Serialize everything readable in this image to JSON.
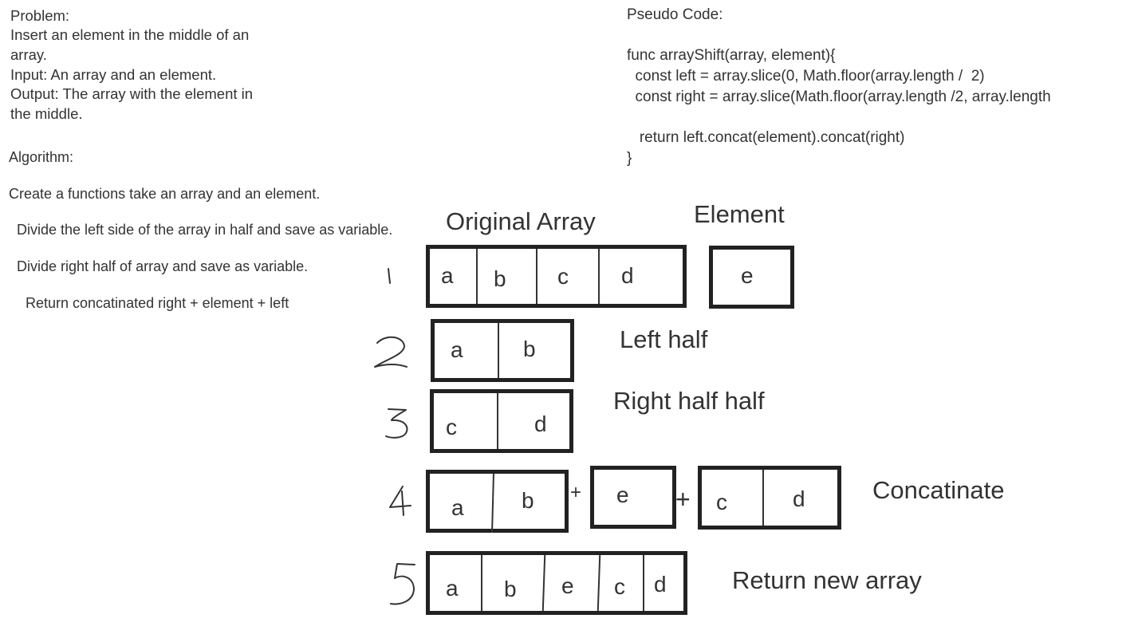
{
  "problem": {
    "heading": "Problem:",
    "line1": "Insert an element in the middle of an",
    "line2": "array.",
    "line3": "Input: An array and an element.",
    "line4": "Output: The array with the element in",
    "line5": "the middle."
  },
  "algorithm": {
    "heading": "Algorithm:",
    "step1": "Create a functions take an array and an element.",
    "step2": "Divide the left side of the array in half and save as variable.",
    "step3": "Divide right half of array and save as variable.",
    "step4": "Return concatinated right + element + left"
  },
  "pseudo": {
    "heading": "Pseudo Code:",
    "line1": "func arrayShift(array, element){",
    "line2": "  const left = array.slice(0, Math.floor(array.length /  2)",
    "line3": "  const right = array.slice(Math.floor(array.length /2, array.length",
    "line4": "   return left.concat(element).concat(right)",
    "line5": "}"
  },
  "diagram": {
    "original_label": "Original Array",
    "element_label": "Element",
    "left_half_label": "Left half",
    "right_half_label": "Right half half",
    "concat_label": "Concatinate",
    "return_label": "Return new array",
    "plus": "+",
    "step_numbers": [
      "1",
      "2",
      "3",
      "4",
      "5"
    ],
    "row1_cells": [
      "a",
      "b",
      "c",
      "d"
    ],
    "row1_element": "e",
    "row2_cells": [
      "a",
      "b"
    ],
    "row3_cells": [
      "c",
      "d"
    ],
    "row4_left": [
      "a",
      "b"
    ],
    "row4_element": "e",
    "row4_right": [
      "c",
      "d"
    ],
    "row5_cells": [
      "a",
      "b",
      "e",
      "c",
      "d"
    ]
  }
}
